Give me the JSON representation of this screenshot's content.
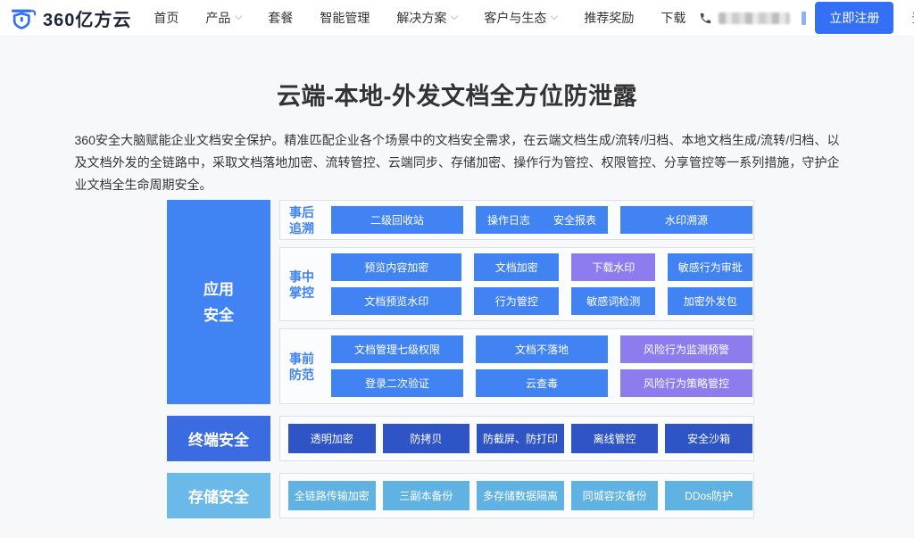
{
  "header": {
    "logo": {
      "text": "360亿方云"
    },
    "nav_items": [
      {
        "label": "首页",
        "has_dropdown": false
      },
      {
        "label": "产品",
        "has_dropdown": true
      },
      {
        "label": "套餐",
        "has_dropdown": false
      },
      {
        "label": "智能管理",
        "has_dropdown": false
      },
      {
        "label": "解决方案",
        "has_dropdown": true
      },
      {
        "label": "客户与生态",
        "has_dropdown": true
      },
      {
        "label": "推荐奖励",
        "has_dropdown": false
      },
      {
        "label": "下载",
        "has_dropdown": false
      }
    ],
    "phone_number_blurred": true,
    "register_button": "立即注册",
    "login_link": "登录"
  },
  "hero": {
    "title": "云端-本地-外发文档全方位防泄露",
    "description": "360安全大脑赋能企业文档安全保护。精准匹配企业各个场景中的文档安全需求，在云端文档生成/流转/归档、本地文档生成/流转/归档、以及文档外发的全链路中，采取文档落地加密、流转管控、云端同步、存储加密、操作行为管控、权限管控、分享管控等一系列措施，守护企业文档全生命周期安全。"
  },
  "diagram": {
    "left_boxes": [
      {
        "lines": [
          "应用",
          "安全"
        ]
      },
      {
        "lines": [
          "终端安全"
        ]
      },
      {
        "lines": [
          "存储安全"
        ]
      }
    ],
    "groups": [
      {
        "tag_lines": [
          "事后",
          "追溯"
        ],
        "rows": [
          {
            "cells": [
              {
                "labels": [
                  "二级回收站"
                ]
              },
              {
                "labels": [
                  "操作日志",
                  "安全报表"
                ]
              },
              {
                "labels": [
                  "水印溯源"
                ]
              }
            ]
          }
        ]
      },
      {
        "tag_lines": [
          "事中",
          "掌控"
        ],
        "rows": [
          {
            "cells": [
              {
                "labels": [
                  "预览内容加密"
                ]
              },
              {
                "labels": [
                  "文档加密"
                ]
              },
              {
                "labels": [
                  "下载水印"
                ],
                "variant": "purple"
              },
              {
                "labels": [
                  "敏感行为审批"
                ]
              }
            ]
          },
          {
            "cells": [
              {
                "labels": [
                  "文档预览水印"
                ]
              },
              {
                "labels": [
                  "行为管控"
                ]
              },
              {
                "labels": [
                  "敏感词检测"
                ]
              },
              {
                "labels": [
                  "加密外发包"
                ]
              }
            ]
          }
        ]
      },
      {
        "tag_lines": [
          "事前",
          "防范"
        ],
        "rows": [
          {
            "cells": [
              {
                "labels": [
                  "文档管理七级权限"
                ]
              },
              {
                "labels": [
                  "文档不落地"
                ]
              },
              {
                "labels": [
                  "风险行为监测预警"
                ],
                "variant": "purple"
              }
            ]
          },
          {
            "cells": [
              {
                "labels": [
                  "登录二次验证"
                ]
              },
              {
                "labels": [
                  "云查毒"
                ]
              },
              {
                "labels": [
                  "风险行为策略管控"
                ],
                "variant": "purple"
              }
            ]
          }
        ]
      }
    ],
    "terminal_row": {
      "buttons": [
        "透明加密",
        "防拷贝",
        "防截屏、防打印",
        "离线管控",
        "安全沙箱"
      ]
    },
    "storage_row": {
      "buttons": [
        "全链路传输加密",
        "三副本备份",
        "多存储数据隔离",
        "同城容灾备份",
        "DDos防护"
      ]
    }
  },
  "colors": {
    "primary_blue": "#3370f5",
    "button_blue": "#4183f2",
    "button_purple": "#8d7cee",
    "terminal_deep_blue": "#2e54c6",
    "terminal_label_blue": "#3a6be0",
    "storage_light_blue": "#6ab9e8",
    "page_background": "#f7f8fa"
  }
}
